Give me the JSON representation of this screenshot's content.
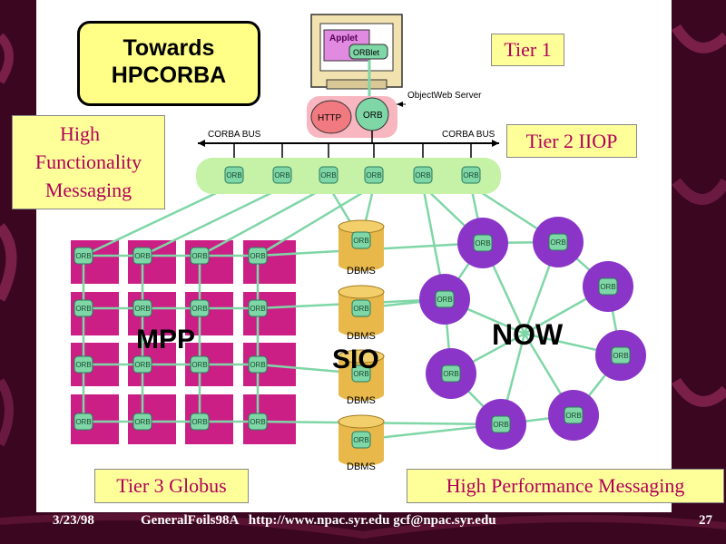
{
  "slide": {
    "title_line1": "Towards",
    "title_line2": "HPCORBA",
    "tier1": "Tier 1",
    "tier2": "Tier 2 IIOP",
    "tier3": "Tier 3 Globus",
    "high_func": [
      "High",
      "Functionality",
      "Messaging"
    ],
    "high_perf": "High Performance Messaging"
  },
  "diagram": {
    "applet": "Applet",
    "orblet": "ORBlet",
    "http": "HTTP",
    "orb": "ORB",
    "objectweb_server": "ObjectWeb Server",
    "corba_bus_left": "CORBA BUS",
    "corba_bus_right": "CORBA BUS",
    "mpp": "MPP",
    "sio": "SIO",
    "now": "NOW",
    "dbms": "DBMS"
  },
  "footer": {
    "date": "3/23/98",
    "center": "GeneralFoils98A   http://www.npac.syr.edu gcf@npac.syr.edu",
    "page": "27"
  },
  "colors": {
    "background": "#3a0620",
    "slide": "#ffffff",
    "label_bg": "#ffff99",
    "label_text": "#b0005a",
    "node": "#7fd6a6",
    "mpp_cell": "#cc1f86",
    "now_ring": "#8a35c8",
    "bus": "#c6f2a8",
    "dbms": "#e8b84a"
  }
}
